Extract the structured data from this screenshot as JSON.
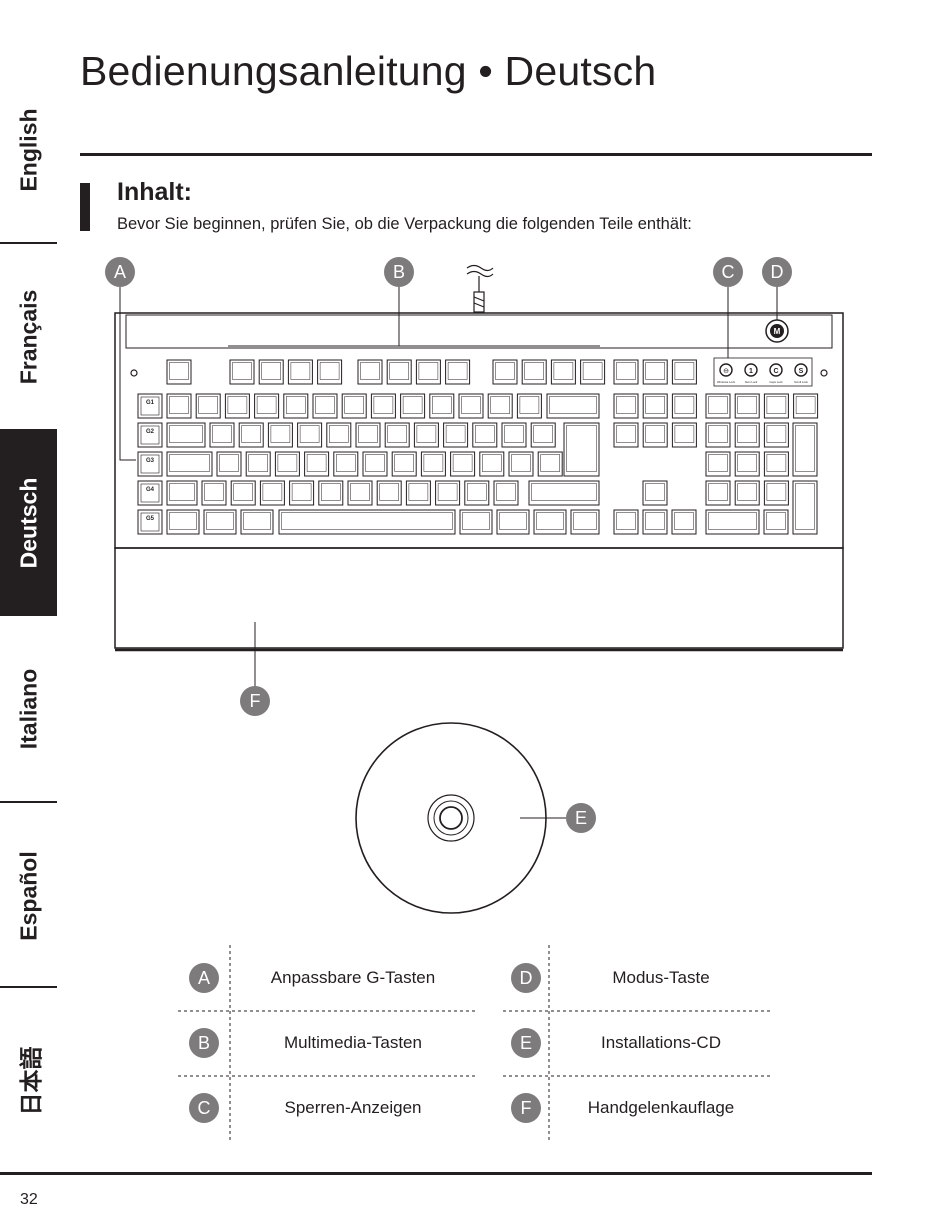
{
  "page": {
    "title": "Bedienungsanleitung • Deutsch",
    "page_number": "32"
  },
  "language_tabs": [
    {
      "label": "English",
      "active": false
    },
    {
      "label": "Français",
      "active": false
    },
    {
      "label": "Deutsch",
      "active": true
    },
    {
      "label": "Italiano",
      "active": false
    },
    {
      "label": "Español",
      "active": false
    },
    {
      "label": "日本語",
      "active": false
    }
  ],
  "section": {
    "title": "Inhalt:",
    "subtitle": "Bevor Sie beginnen, prüfen Sie, ob die Verpackung die folgenden Teile enthält:"
  },
  "callouts": [
    "A",
    "B",
    "C",
    "D",
    "E",
    "F"
  ],
  "mode_key_glyph": "M",
  "lock_indicators": [
    "Windows Lock",
    "Num Lock",
    "Caps Lock",
    "Scroll Lock"
  ],
  "lock_glyphs": [
    "⊖",
    "1",
    "C",
    "S"
  ],
  "g_keys": [
    "G1",
    "G2",
    "G3",
    "G4",
    "G5"
  ],
  "parts": [
    {
      "letter": "A",
      "name": "Anpassbare G-Tasten"
    },
    {
      "letter": "B",
      "name": "Multimedia-Tasten"
    },
    {
      "letter": "C",
      "name": "Sperren-Anzeigen"
    },
    {
      "letter": "D",
      "name": "Modus-Taste"
    },
    {
      "letter": "E",
      "name": "Installations-CD"
    },
    {
      "letter": "F",
      "name": "Handgelenkauflage"
    }
  ]
}
